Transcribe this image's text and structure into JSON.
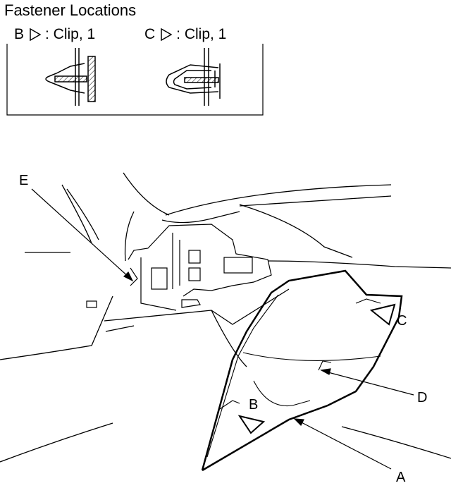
{
  "title": "Fastener Locations",
  "fasteners": [
    {
      "key": "B",
      "desc": ": Clip, 1"
    },
    {
      "key": "C",
      "desc": ": Clip, 1"
    }
  ],
  "callouts": {
    "A": "A",
    "B": "B",
    "C": "C",
    "D": "D",
    "E": "E"
  }
}
